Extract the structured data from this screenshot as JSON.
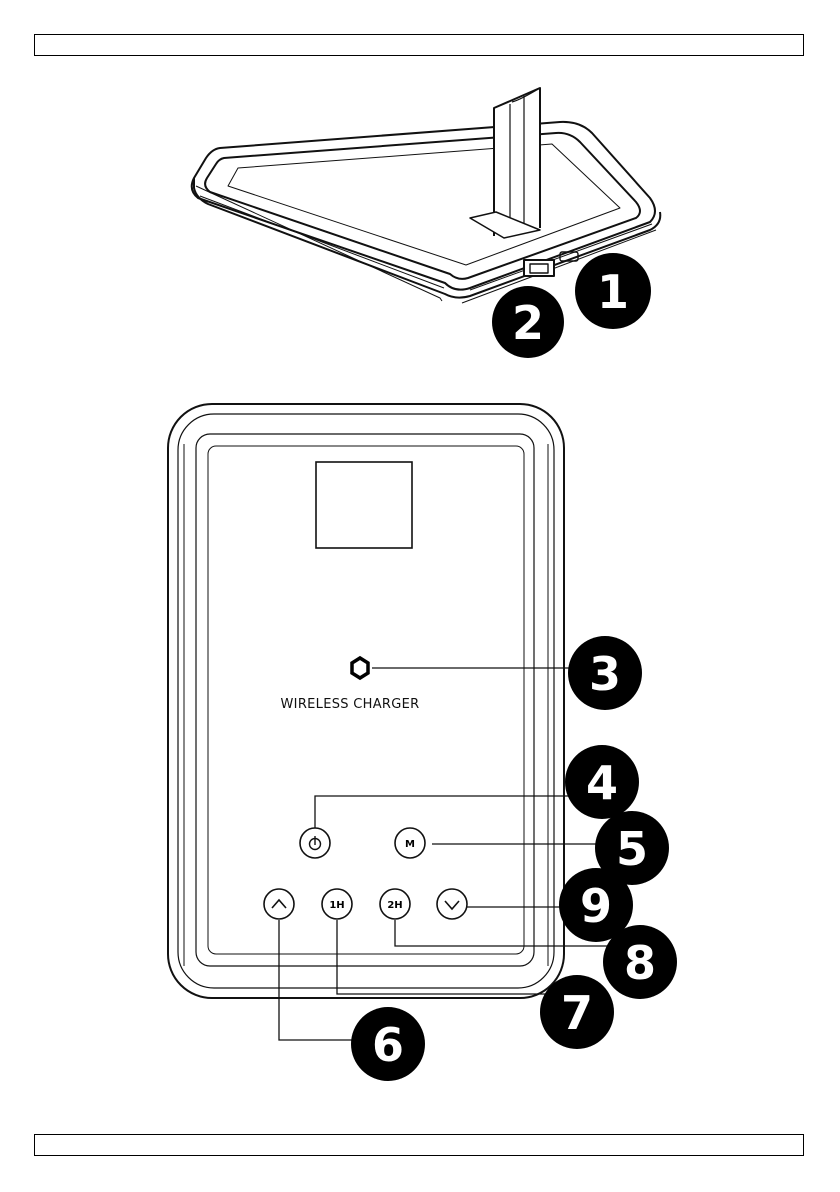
{
  "device": {
    "brand_label": "WIRELESS CHARGER"
  },
  "buttons": {
    "mode": "M",
    "one_hour": "1H",
    "two_hour": "2H"
  },
  "callouts": [
    "1",
    "2",
    "3",
    "4",
    "5",
    "6",
    "7",
    "8",
    "9"
  ],
  "icons": {
    "power": "power-icon",
    "up": "chevron-up-icon",
    "down": "chevron-down-icon",
    "charging_spot": "hexagon-icon"
  }
}
